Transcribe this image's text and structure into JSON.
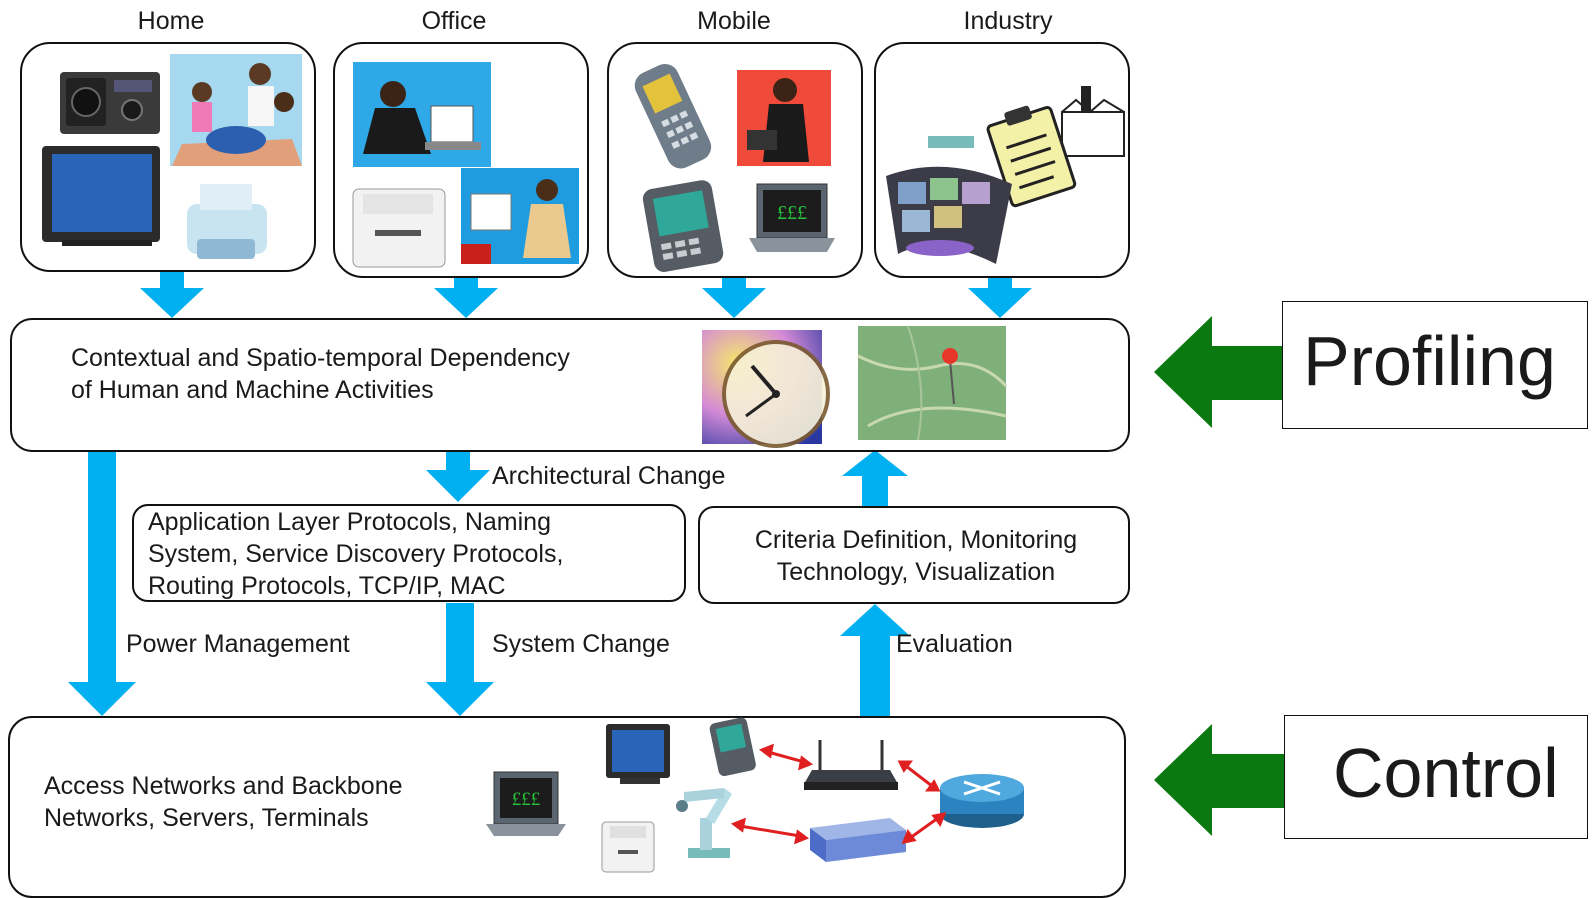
{
  "categories": {
    "home": "Home",
    "office": "Office",
    "mobile": "Mobile",
    "industry": "Industry"
  },
  "context_layer": {
    "text_line1": "Contextual and Spatio-temporal Dependency",
    "text_line2": "of Human and Machine Activities"
  },
  "protocol_box": {
    "line1": "Application Layer Protocols, Naming",
    "line2": "System, Service Discovery Protocols,",
    "line3": "Routing Protocols, TCP/IP, MAC"
  },
  "criteria_box": {
    "line1": "Criteria Definition, Monitoring",
    "line2": "Technology, Visualization"
  },
  "network_layer": {
    "line1": "Access Networks and Backbone",
    "line2": "Networks, Servers, Terminals"
  },
  "arrow_labels": {
    "architectural_change": "Architectural Change",
    "power_management": "Power Management",
    "system_change": "System Change",
    "evaluation": "Evaluation"
  },
  "side_labels": {
    "profiling": "Profiling",
    "control": "Control"
  },
  "laptop_screen_text": "£££",
  "colors": {
    "flow_arrow": "#00B0F0",
    "side_arrow": "#0A7A10",
    "link_arrow": "#E02020"
  }
}
